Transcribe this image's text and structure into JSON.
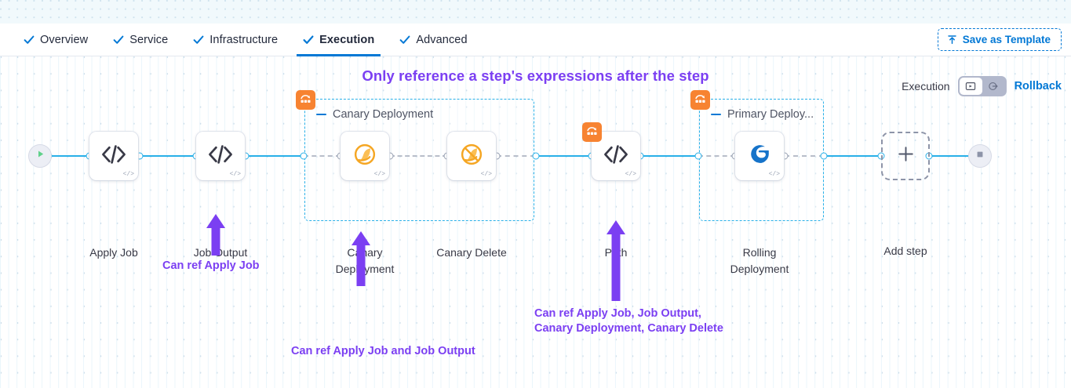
{
  "tabs": [
    {
      "label": "Overview",
      "icon": "check-icon",
      "active": false
    },
    {
      "label": "Service",
      "icon": "check-icon",
      "active": false
    },
    {
      "label": "Infrastructure",
      "icon": "check-icon",
      "active": false
    },
    {
      "label": "Execution",
      "icon": "check-icon",
      "active": true
    },
    {
      "label": "Advanced",
      "icon": "check-icon",
      "active": false
    }
  ],
  "toolbar": {
    "save_template_label": "Save as Template",
    "save_template_icon": "upload-icon"
  },
  "headline": "Only reference a step's expressions after the step",
  "exec_toggle": {
    "left_label": "Execution",
    "right_label": "Rollback",
    "left_icon": "execution-play-window-icon",
    "right_icon": "rollback-arrow-icon",
    "selected": "Execution"
  },
  "colors": {
    "accent_blue": "#0278d5",
    "link_blue": "#29b0e8",
    "purple": "#7b3ff2",
    "orange": "#f78331",
    "gray_link": "#9aa3b4"
  },
  "nodes": [
    {
      "id": "start",
      "type": "start",
      "icon": "play-icon",
      "label": ""
    },
    {
      "id": "apply-job",
      "type": "step",
      "icon": "code-icon",
      "label": "Apply Job",
      "corner": "</>"
    },
    {
      "id": "job-output",
      "type": "step",
      "icon": "code-icon",
      "label": "Job Output",
      "corner": "</>"
    },
    {
      "id": "canary-deployment",
      "type": "step",
      "icon": "canary-swirl-icon",
      "label": "Canary\nDeployment",
      "corner": "</>"
    },
    {
      "id": "canary-delete",
      "type": "step",
      "icon": "canary-swirl-slash-icon",
      "label": "Canary Delete",
      "corner": "</>"
    },
    {
      "id": "path",
      "type": "step",
      "icon": "code-icon",
      "label": "Path",
      "corner": "</>",
      "badge": "step-group-icon"
    },
    {
      "id": "rolling-deployment",
      "type": "step",
      "icon": "rolling-deployment-icon",
      "label": "Rolling\nDeployment",
      "corner": "</>"
    },
    {
      "id": "add-step",
      "type": "add",
      "icon": "plus-icon",
      "label": "Add step"
    },
    {
      "id": "end",
      "type": "end",
      "icon": "stop-square-icon",
      "label": ""
    }
  ],
  "groups": [
    {
      "id": "canary-deployment-group",
      "title": "Canary Deployment",
      "badge": "step-group-icon"
    },
    {
      "id": "primary-deployment-group",
      "title": "Primary Deploy...",
      "badge": "step-group-icon"
    }
  ],
  "annotations": [
    {
      "id": "note-job-output",
      "text": "Can ref Apply Job"
    },
    {
      "id": "note-canary-deployment",
      "text": "Can ref Apply Job and Job Output"
    },
    {
      "id": "note-path",
      "text": "Can ref Apply Job, Job Output,\nCanary Deployment, Canary Delete"
    }
  ]
}
